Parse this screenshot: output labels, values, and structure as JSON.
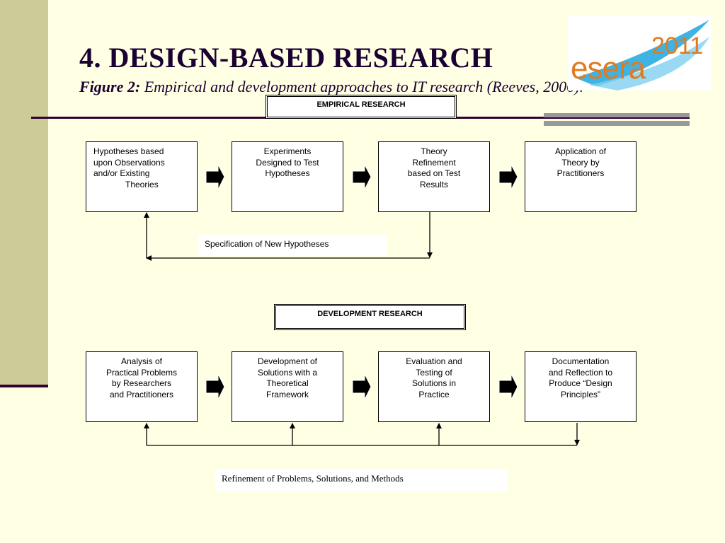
{
  "slide": {
    "title": "4. DESIGN-BASED RESEARCH",
    "figure_label": "Figure 2:",
    "figure_caption": " Empirical and development approaches to IT research (Reeves, 2006)."
  },
  "logo": {
    "word": "esera",
    "year": "2011"
  },
  "empirical": {
    "heading": "EMPIRICAL RESEARCH",
    "steps": [
      {
        "lines": [
          "Hypotheses based",
          "upon Observations",
          "and/or Existing",
          "Theories"
        ]
      },
      {
        "lines": [
          "Experiments",
          "Designed to Test",
          "Hypotheses"
        ]
      },
      {
        "lines": [
          "Theory",
          "Refinement",
          "based on Test",
          "Results"
        ]
      },
      {
        "lines": [
          "Application of",
          "Theory by",
          "Practitioners"
        ]
      }
    ],
    "feedback_label": "Specification of New Hypotheses"
  },
  "development": {
    "heading": "DEVELOPMENT RESEARCH",
    "steps": [
      {
        "lines": [
          "Analysis of",
          "Practical Problems",
          "by Researchers",
          "and Practitioners"
        ]
      },
      {
        "lines": [
          "Development of",
          "Solutions with a",
          "Theoretical",
          "Framework"
        ]
      },
      {
        "lines": [
          "Evaluation and",
          "Testing of",
          "Solutions in",
          "Practice"
        ]
      },
      {
        "lines": [
          "Documentation",
          "and Reflection to",
          "Produce “Design",
          "Principles”"
        ]
      }
    ],
    "feedback_label": "Refinement of Problems, Solutions, and Methods"
  },
  "colors": {
    "sidebar": "#cccc99",
    "background": "#ffffe3",
    "title": "#1a0033",
    "logo_orange": "#e07b1f",
    "logo_blue": "#1ea6e0"
  }
}
